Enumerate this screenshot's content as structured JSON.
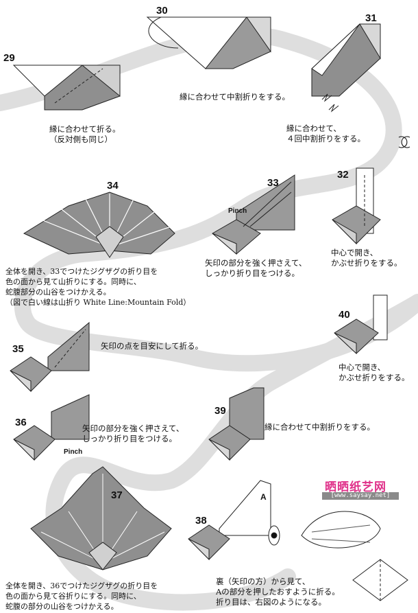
{
  "steps": [
    {
      "num": "29",
      "caption": "縁に合わせて折る。\n（反対側も同じ）"
    },
    {
      "num": "30",
      "caption": "縁に合わせて中割折りをする。"
    },
    {
      "num": "31",
      "caption": "縁に合わせて、\n４回中割折りをする。"
    },
    {
      "num": "32",
      "caption": "中心で開き、\nかぶせ折りをする。"
    },
    {
      "num": "33",
      "caption": "矢印の部分を強く押さえて、\nしっかり折り目をつける。"
    },
    {
      "num": "34",
      "caption": "全体を開き、33でつけたジグザグの折り目を\n色の面から見て山折りにする。同時に、\n蛇腹部分の山谷をつけかえる。\n（図で白い線は山折り White Line:Mountain Fold）"
    },
    {
      "num": "35",
      "caption": "矢印の点を目安にして折る。"
    },
    {
      "num": "36",
      "caption": "矢印の部分を強く押さえて、\nしっかり折り目をつける。"
    },
    {
      "num": "37",
      "caption": "全体を開き、36でつけたジグザグの折り目を\n色の面から見て谷折りにする。同時に、\n蛇腹の部分の山谷をつけかえる。"
    },
    {
      "num": "38",
      "caption": "裏（矢印の方）から見て、\nAの部分を押したおすように折る。\n折り目は、右図のようになる。"
    },
    {
      "num": "39",
      "caption": "縁に合わせて中割折りをする。"
    },
    {
      "num": "40",
      "caption": "中心で開き、\nかぶせ折りをする。"
    }
  ],
  "labels": {
    "pinch_33": "Pinch",
    "pinch_36": "Pinch",
    "point_a": "A"
  },
  "watermark": {
    "brand": "晒晒纸艺网",
    "url": "[www.saysay.net]"
  },
  "colors": {
    "paper_gray": "#8f8f8f",
    "paper_light": "#e6e6e6",
    "swoosh": "#dcdcdc",
    "brand": "#e0318a"
  }
}
